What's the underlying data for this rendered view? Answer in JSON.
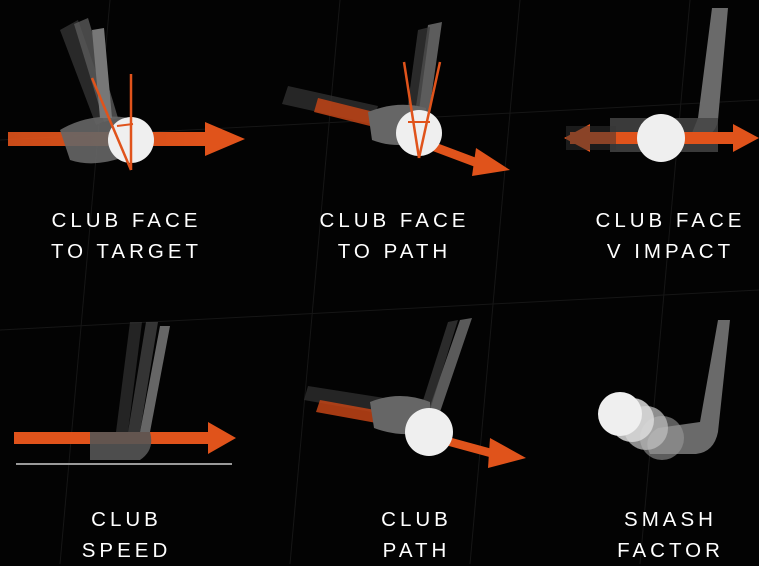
{
  "tiles": [
    {
      "id": "face-to-target",
      "icon": "club-face-to-target-icon",
      "line1": "CLUB FACE",
      "line2": "TO TARGET"
    },
    {
      "id": "face-to-path",
      "icon": "club-face-to-path-icon",
      "line1": "CLUB FACE",
      "line2": "TO PATH"
    },
    {
      "id": "face-v-impact",
      "icon": "club-face-impact-icon",
      "line1": "CLUB FACE",
      "line2": "V IMPACT"
    },
    {
      "id": "club-speed",
      "icon": "club-speed-icon",
      "line1": "CLUB",
      "line2": "SPEED"
    },
    {
      "id": "club-path",
      "icon": "club-path-icon",
      "line1": "CLUB",
      "line2": "PATH"
    },
    {
      "id": "smash-factor",
      "icon": "smash-factor-icon",
      "line1": "SMASH",
      "line2": "FACTOR"
    }
  ],
  "colors": {
    "background": "#030303",
    "arrow": "#e0531b",
    "club": "#6d6d6d",
    "ball": "#f2f2f2",
    "text": "#ffffff"
  }
}
